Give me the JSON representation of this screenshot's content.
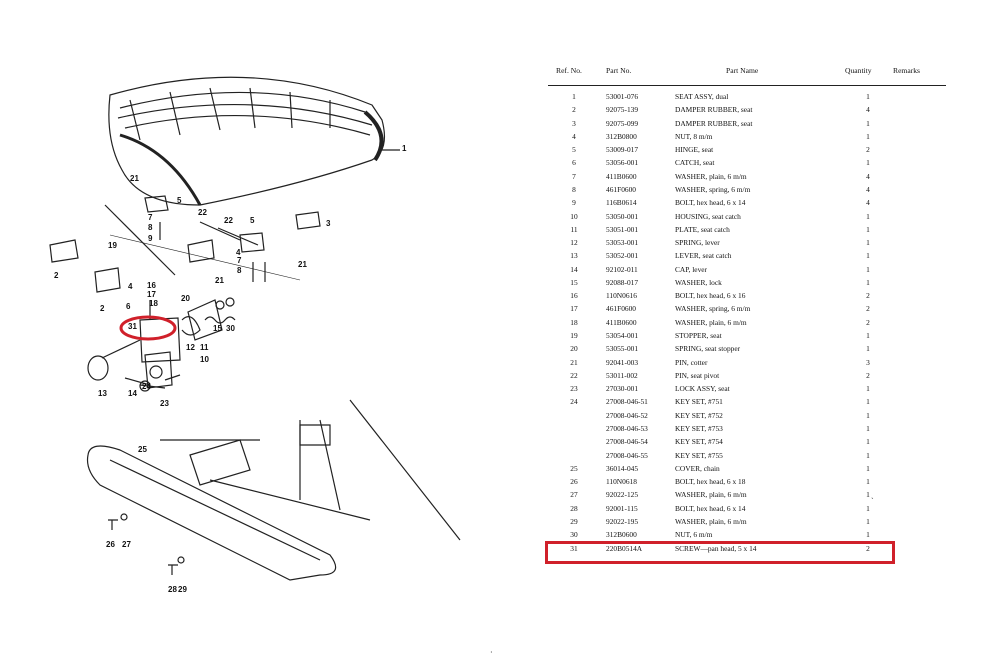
{
  "table": {
    "headers": {
      "ref": "Ref. No.",
      "part_no": "Part No.",
      "name": "Part  Name",
      "qty": "Quantity",
      "remarks": "Remarks"
    },
    "rows": [
      {
        "ref": "1",
        "pn": "53001-076",
        "name": "SEAT  ASSY, dual",
        "qty": "1"
      },
      {
        "ref": "2",
        "pn": "92075-139",
        "name": "DAMPER  RUBBER, seat",
        "qty": "4"
      },
      {
        "ref": "3",
        "pn": "92075-099",
        "name": "DAMPER  RUBBER, seat",
        "qty": "1"
      },
      {
        "ref": "4",
        "pn": "312B0800",
        "name": "NUT,  8 m/m",
        "qty": "1"
      },
      {
        "ref": "5",
        "pn": "53009-017",
        "name": "HINGE,  seat",
        "qty": "2"
      },
      {
        "ref": "6",
        "pn": "53056-001",
        "name": "CATCH,  seat",
        "qty": "1"
      },
      {
        "ref": "7",
        "pn": "411B0600",
        "name": "WASHER,  plain, 6 m/m",
        "qty": "4"
      },
      {
        "ref": "8",
        "pn": "461F0600",
        "name": "WASHER,  spring, 6 m/m",
        "qty": "4"
      },
      {
        "ref": "9",
        "pn": "116B0614",
        "name": "BOLT,  hex head, 6 x 14",
        "qty": "4"
      },
      {
        "ref": "10",
        "pn": "53050-001",
        "name": "HOUSING,  seat catch",
        "qty": "1"
      },
      {
        "ref": "11",
        "pn": "53051-001",
        "name": "PLATE,  seat catch",
        "qty": "1"
      },
      {
        "ref": "12",
        "pn": "53053-001",
        "name": "SPRING,  lever",
        "qty": "1"
      },
      {
        "ref": "13",
        "pn": "53052-001",
        "name": "LEVER,  seat catch",
        "qty": "1"
      },
      {
        "ref": "14",
        "pn": "92102-011",
        "name": "CAP,  lever",
        "qty": "1"
      },
      {
        "ref": "15",
        "pn": "92088-017",
        "name": "WASHER,  lock",
        "qty": "1"
      },
      {
        "ref": "16",
        "pn": "110N0616",
        "name": "BOLT,  hex head, 6 x 16",
        "qty": "2"
      },
      {
        "ref": "17",
        "pn": "461F0600",
        "name": "WASHER,  spring, 6 m/m",
        "qty": "2"
      },
      {
        "ref": "18",
        "pn": "411B0600",
        "name": "WASHER,  plain, 6 m/m",
        "qty": "2"
      },
      {
        "ref": "19",
        "pn": "53054-001",
        "name": "STOPPER,  seat",
        "qty": "1"
      },
      {
        "ref": "20",
        "pn": "53055-001",
        "name": "SPRING,  seat stopper",
        "qty": "1"
      },
      {
        "ref": "21",
        "pn": "92041-003",
        "name": "PIN,  cotter",
        "qty": "3"
      },
      {
        "ref": "22",
        "pn": "53011-002",
        "name": "PIN,  seat pivot",
        "qty": "2"
      },
      {
        "ref": "23",
        "pn": "27030-001",
        "name": "LOCK  ASSY, seat",
        "qty": "1"
      },
      {
        "ref": "24",
        "pn": "27008-046-51",
        "name": "KEY  SET, #751",
        "qty": "1"
      },
      {
        "ref": "",
        "pn": "27008-046-52",
        "name": "KEY  SET, #752",
        "qty": "1"
      },
      {
        "ref": "",
        "pn": "27008-046-53",
        "name": "KEY  SET, #753",
        "qty": "1"
      },
      {
        "ref": "",
        "pn": "27008-046-54",
        "name": "KEY  SET, #754",
        "qty": "1"
      },
      {
        "ref": "",
        "pn": "27008-046-55",
        "name": "KEY  SET, #755",
        "qty": "1"
      },
      {
        "ref": "25",
        "pn": "36014-045",
        "name": "COVER,  chain",
        "qty": "1"
      },
      {
        "ref": "26",
        "pn": "110N0618",
        "name": "BOLT,  hex head, 6 x 18",
        "qty": "1"
      },
      {
        "ref": "27",
        "pn": "92022-125",
        "name": "WASHER,  plain, 6 m/m",
        "qty": "1"
      },
      {
        "ref": "28",
        "pn": "92001-115",
        "name": "BOLT,  hex head, 6 x 14",
        "qty": "1"
      },
      {
        "ref": "29",
        "pn": "92022-195",
        "name": "WASHER,  plain, 6 m/m",
        "qty": "1"
      },
      {
        "ref": "30",
        "pn": "312B0600",
        "name": "NUT,  6 m/m",
        "qty": "1"
      },
      {
        "ref": "31",
        "pn": "220B0514A",
        "name": "SCREW—pan head, 5 x 14",
        "qty": "2"
      }
    ]
  },
  "annotations": {
    "highlight_color": "#d0202a",
    "stray_mark": "ˏ",
    "bottom_dot": "·"
  },
  "diagram": {
    "callouts": [
      "1",
      "2",
      "3",
      "4",
      "5",
      "6",
      "7",
      "8",
      "9",
      "10",
      "11",
      "12",
      "13",
      "14",
      "15",
      "16",
      "17",
      "18",
      "19",
      "20",
      "21",
      "22",
      "23",
      "24",
      "25",
      "26",
      "27",
      "28",
      "29",
      "30",
      "31"
    ]
  }
}
